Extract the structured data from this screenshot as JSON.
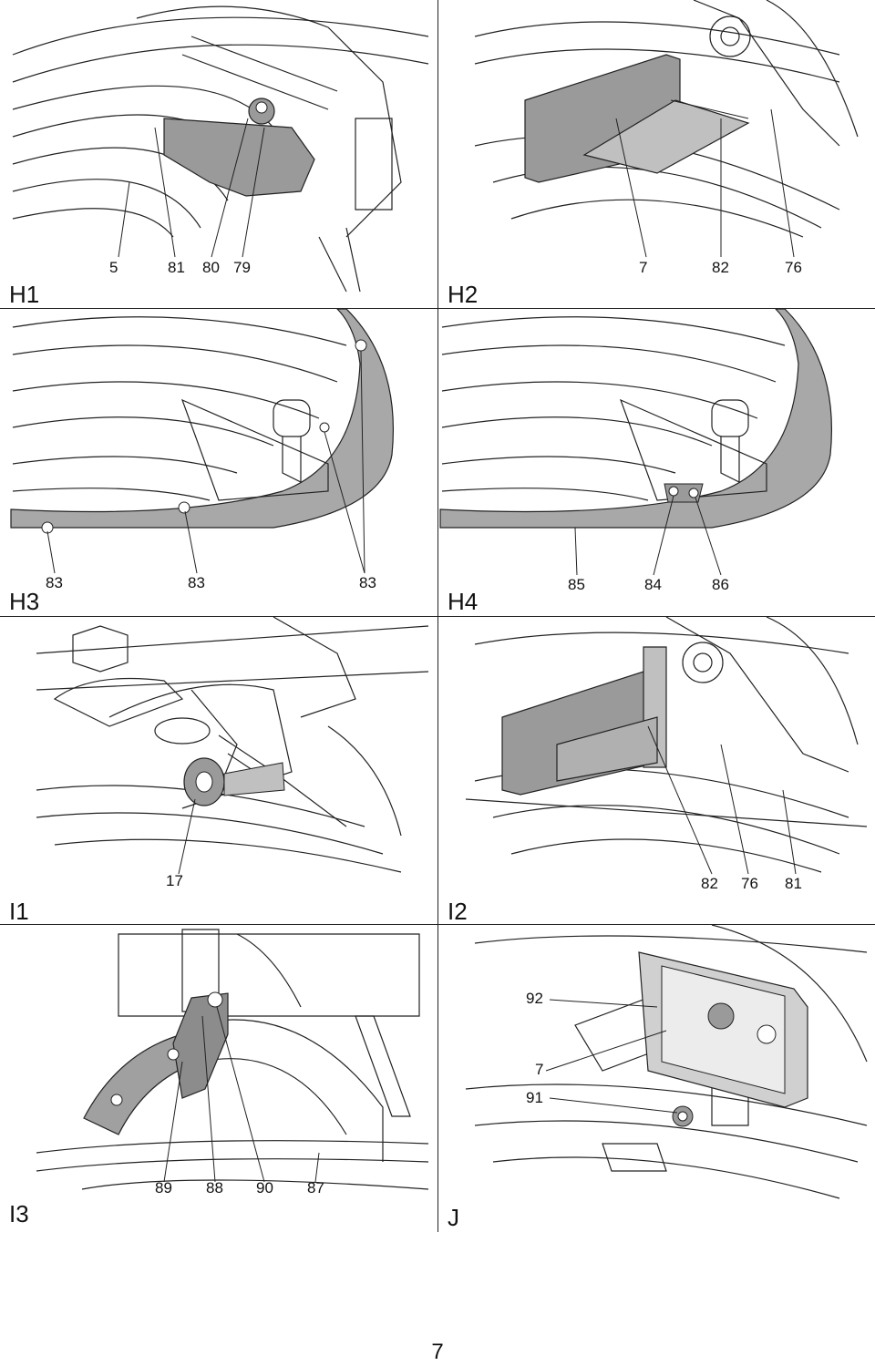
{
  "panels": [
    {
      "id": "H1",
      "callouts": [
        "5",
        "81",
        "80",
        "79"
      ]
    },
    {
      "id": "H2",
      "callouts": [
        "7",
        "82",
        "76"
      ]
    },
    {
      "id": "H3",
      "callouts": [
        "83",
        "83",
        "83"
      ]
    },
    {
      "id": "H4",
      "callouts": [
        "85",
        "84",
        "86"
      ]
    },
    {
      "id": "I1",
      "callouts": [
        "17"
      ]
    },
    {
      "id": "I2",
      "callouts": [
        "82",
        "76",
        "81"
      ]
    },
    {
      "id": "I3",
      "callouts": [
        "89",
        "88",
        "90",
        "87"
      ]
    },
    {
      "id": "J",
      "callouts": [
        "92",
        "7",
        "91"
      ]
    }
  ],
  "page_number": "7",
  "colors": {
    "line": "#222222",
    "highlight": "#9a9a9a",
    "light_fill": "#d8d8d8"
  }
}
